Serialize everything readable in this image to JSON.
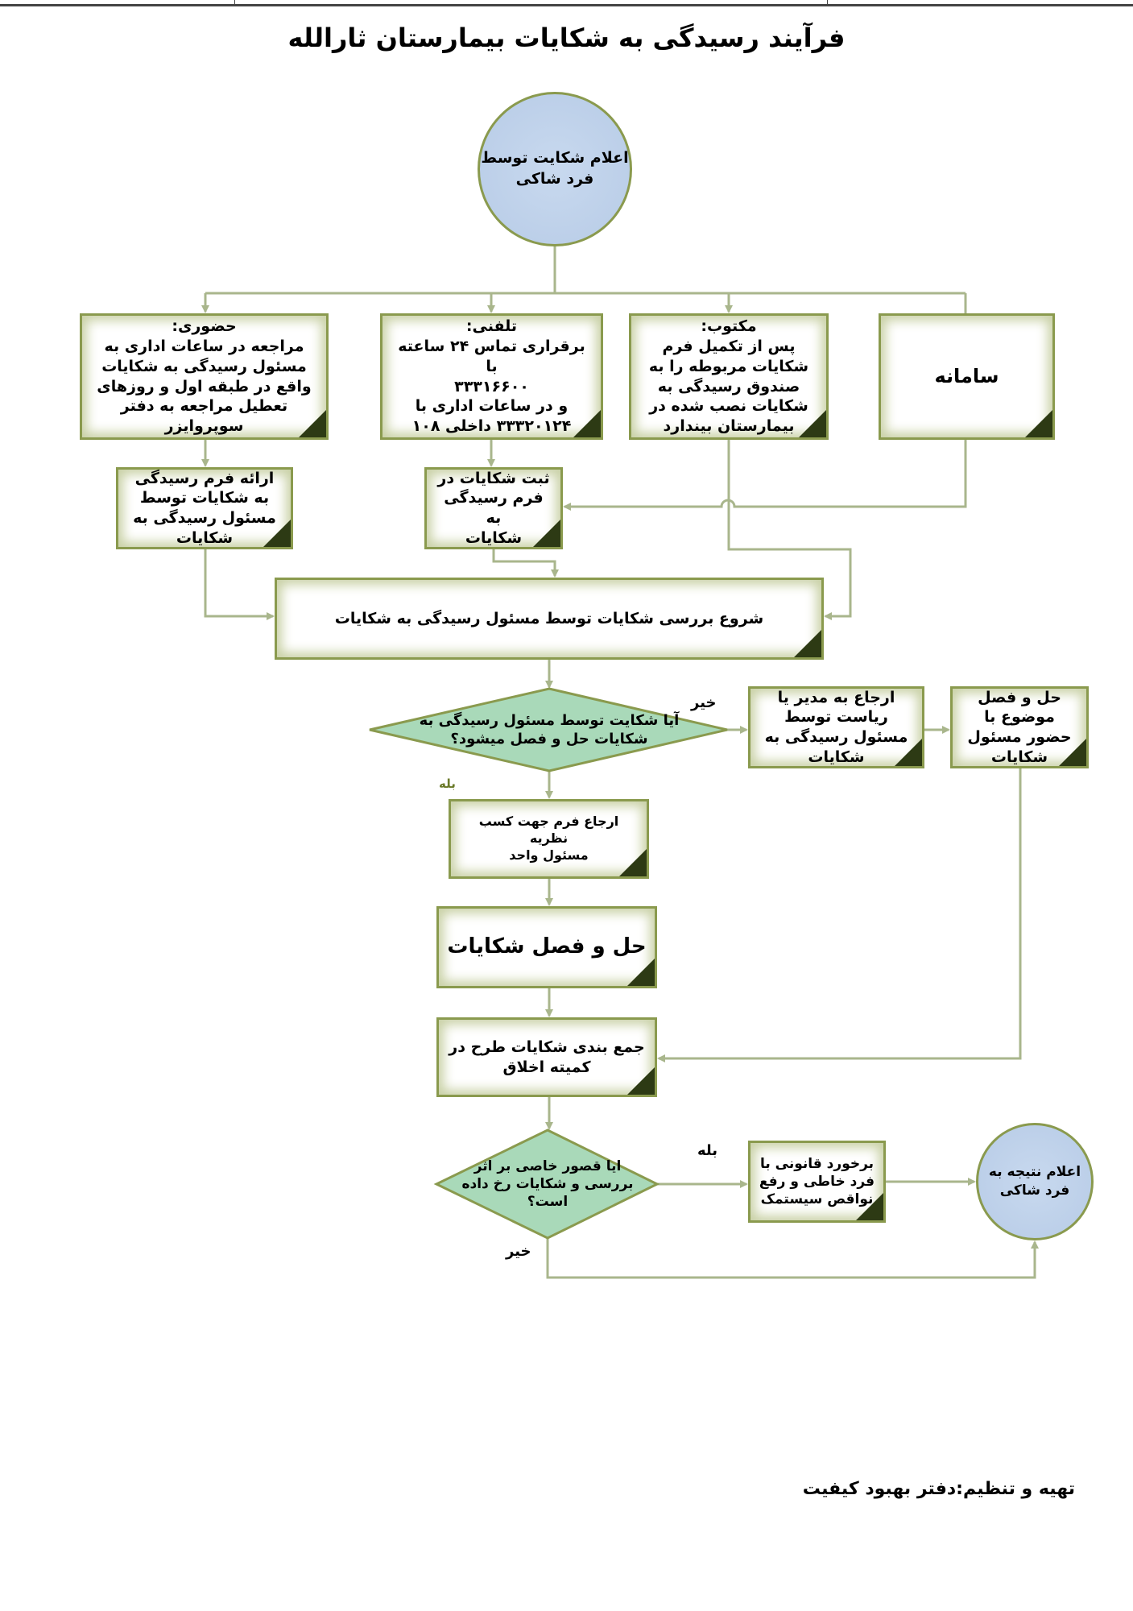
{
  "title": "فرآیند رسیدگی به شکایات بیمارستان ثارالله",
  "start": "اعلام شکایت توسط\nفرد شاکی",
  "channels": {
    "in_person": "حضوری:\nمراجعه در ساعات اداری به مسئول رسیدگی به شکایات واقع در طبقه اول و روزهای تعطیل مراجعه به دفتر سوپروایزر",
    "phone": "تلفنی:\nبرقراری تماس ۲۴ ساعته با\n۳۳۳۱۶۶۰۰\nو در ساعات اداری با\n۳۳۳۲۰۱۲۴ داخلی ۱۰۸",
    "written": "مکتوب:\nپس از تکمیل فرم شکایات مربوطه را به صندوق رسیدگی به شکایات نصب شده در بیمارستان بیندارد",
    "system": "سامانه"
  },
  "provide_form": "ارائه فرم رسیدگی به شکایات توسط مسئول رسیدگی به شکایات",
  "register": "ثبت شکایات در\nفرم رسیدگی به\nشکایات",
  "review": "شروع بررسی شکایات توسط مسئول رسیدگی به شکایات",
  "decision1": "آیا شکایت توسط مسئول رسیدگی به\nشکایات حل و فصل میشود؟",
  "no1": "خیر",
  "yes1": "بله",
  "refer_manager": "ارجاع به مدیر یا ریاست توسط مسئول رسیدگی به شکایات",
  "resolve_presence": "حل و فصل موضوع با حضور مسئول شکایات",
  "refer_form": "ارجاع فرم جهت کسب نظریه\nمسئول واحد",
  "resolve": "حل و فصل شکایات",
  "summarize": "جمع بندی شکایات طرح در\nکمیته اخلاق",
  "decision2": "ایا قصور خاصی بر اثر\nبررسی و شکایات رخ داده\nاست؟",
  "yes2": "بله",
  "no2": "خیر",
  "legal": "برخورد قانونی با فرد خاطی و رفع نواقص سیستمک",
  "end": "اعلام نتیجه به\nفرد شاکی",
  "footer": "تهیه و تنظیم:دفتر بهبود کیفیت",
  "colors": {
    "line": "#a9b68c",
    "border": "#8a9a4e",
    "diamond": "#a9d9b9",
    "circle": "#bfd2ea"
  }
}
